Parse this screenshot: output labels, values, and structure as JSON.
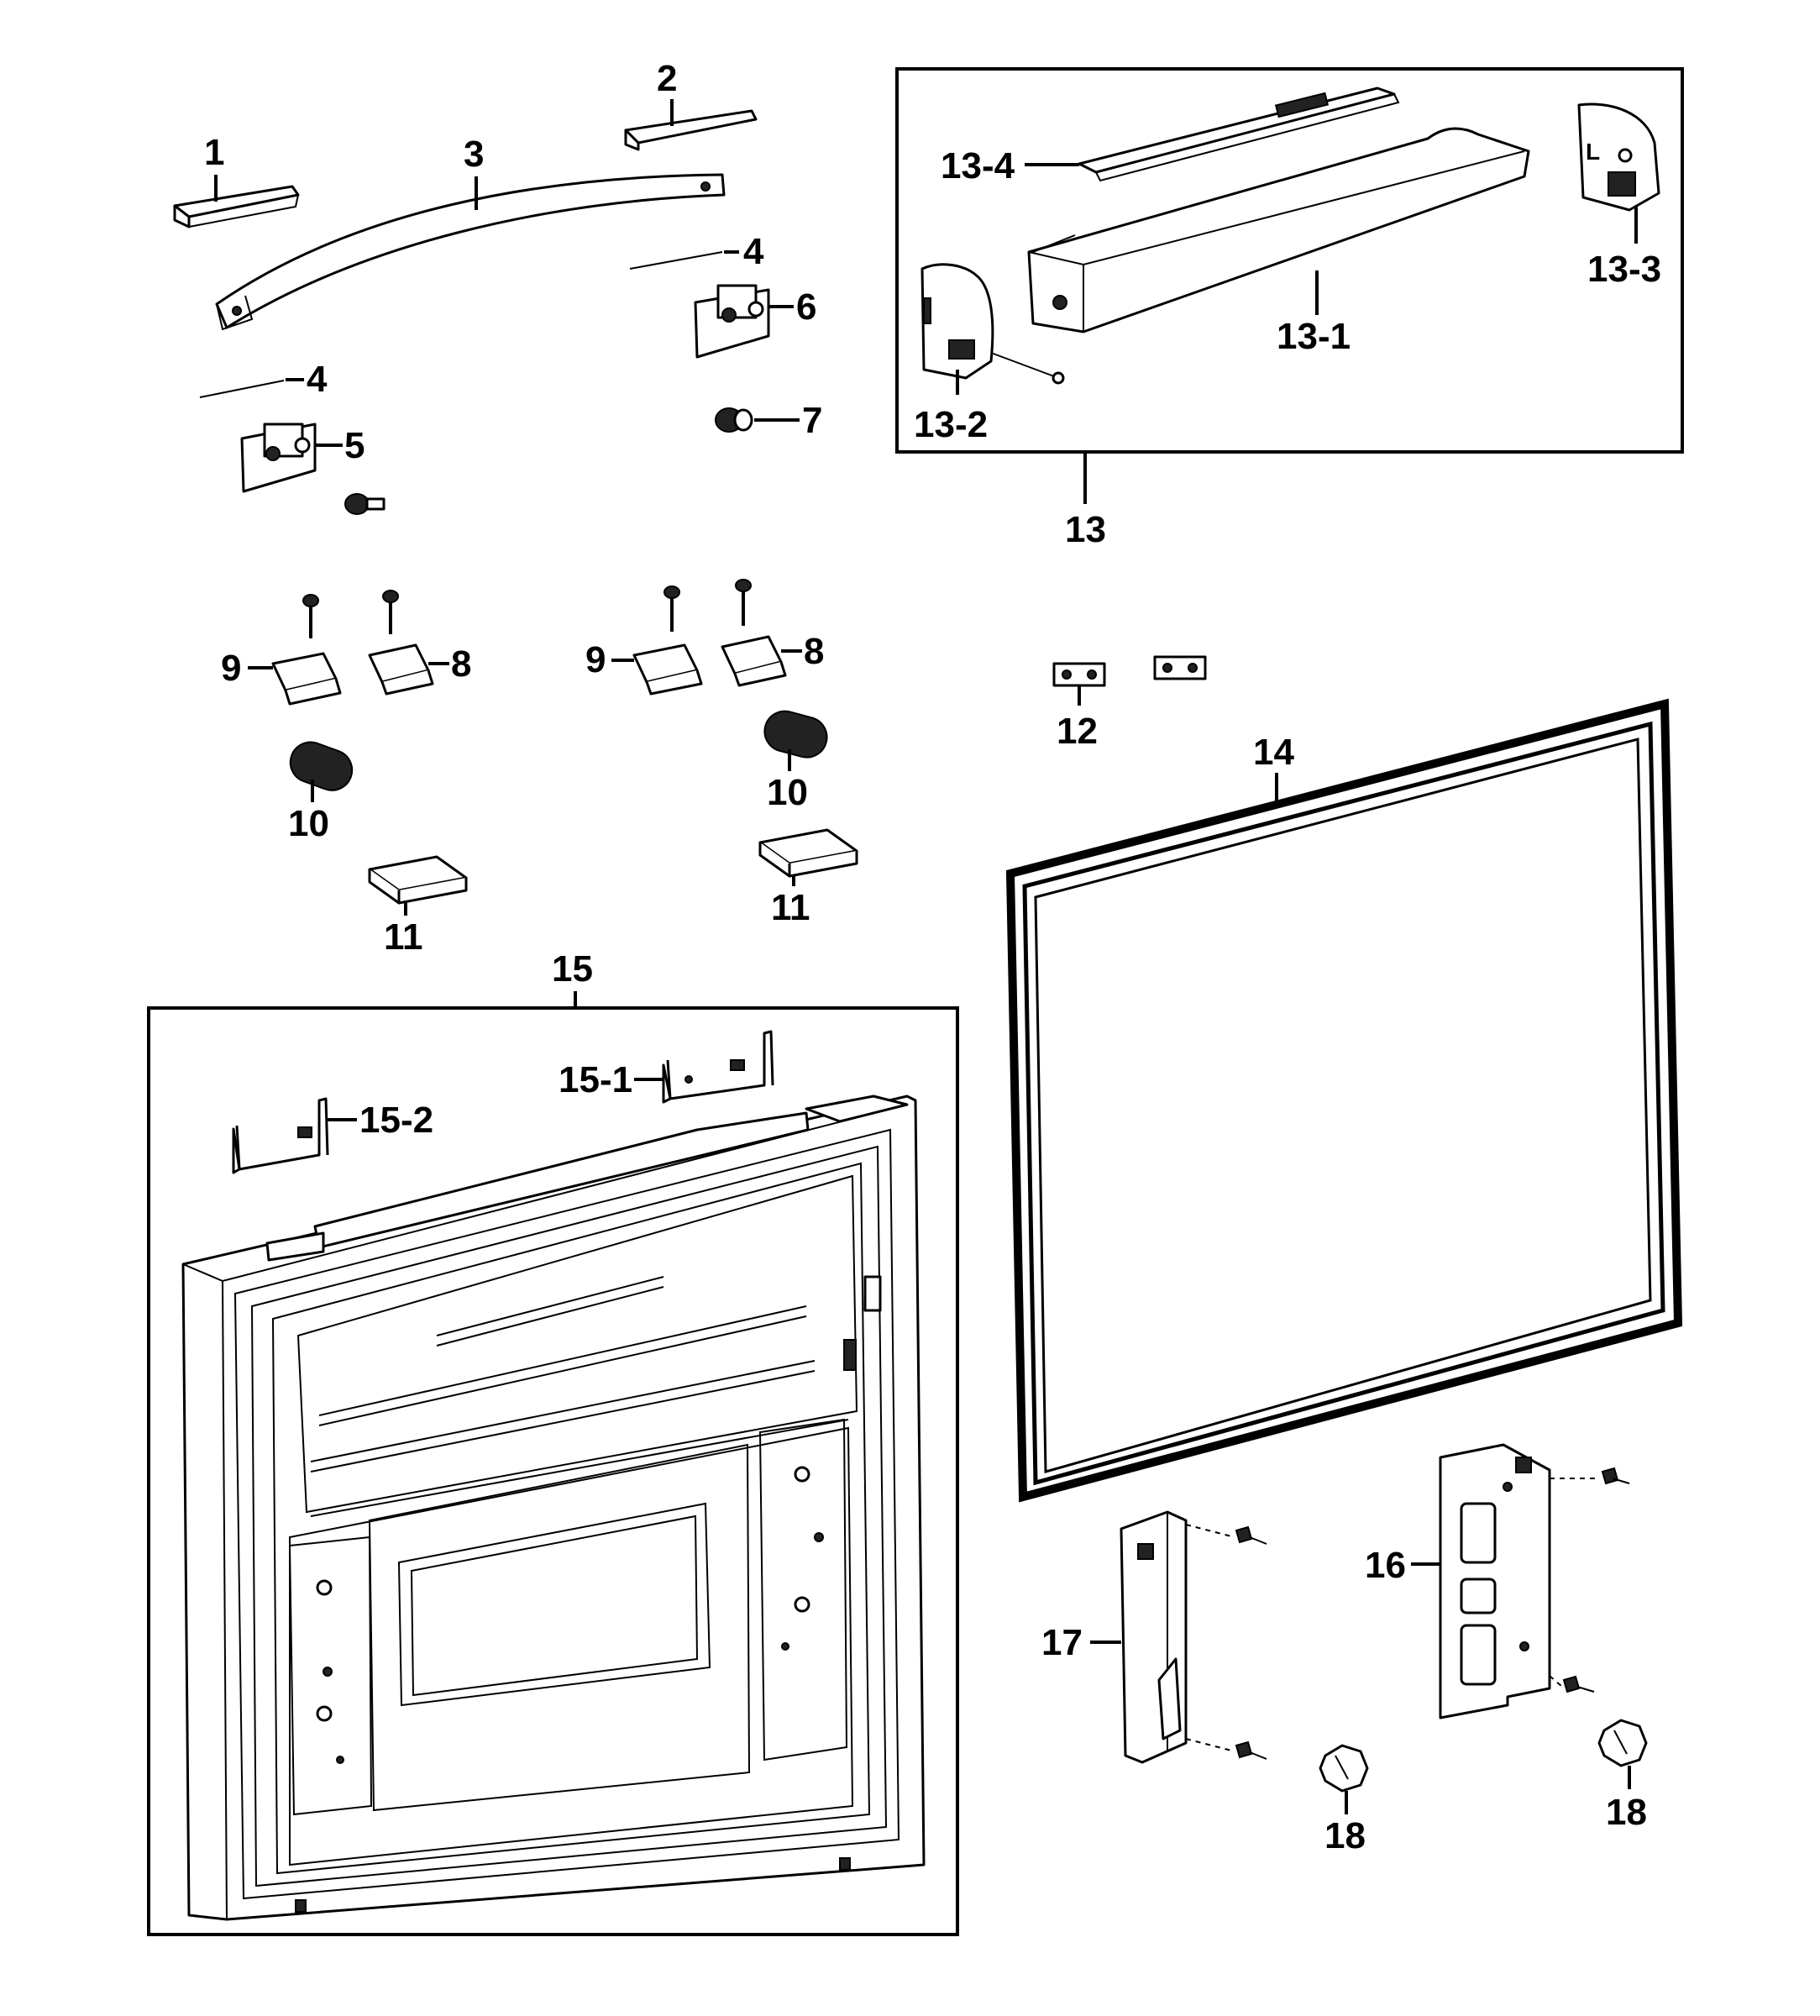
{
  "labels": {
    "l1": "1",
    "l2": "2",
    "l3": "3",
    "l4a": "4",
    "l4b": "4",
    "l5": "5",
    "l6": "6",
    "l7": "7",
    "l8a": "8",
    "l8b": "8",
    "l9a": "9",
    "l9b": "9",
    "l10a": "10",
    "l10b": "10",
    "l11a": "11",
    "l11b": "11",
    "l12": "12",
    "l13": "13",
    "l13_1": "13-1",
    "l13_2": "13-2",
    "l13_3": "13-3",
    "l13_4": "13-4",
    "l14": "14",
    "l15": "15",
    "l15_1": "15-1",
    "l15_2": "15-2",
    "l16": "16",
    "l17": "17",
    "l18a": "18",
    "l18b": "18"
  },
  "bin_side_mark": "L"
}
